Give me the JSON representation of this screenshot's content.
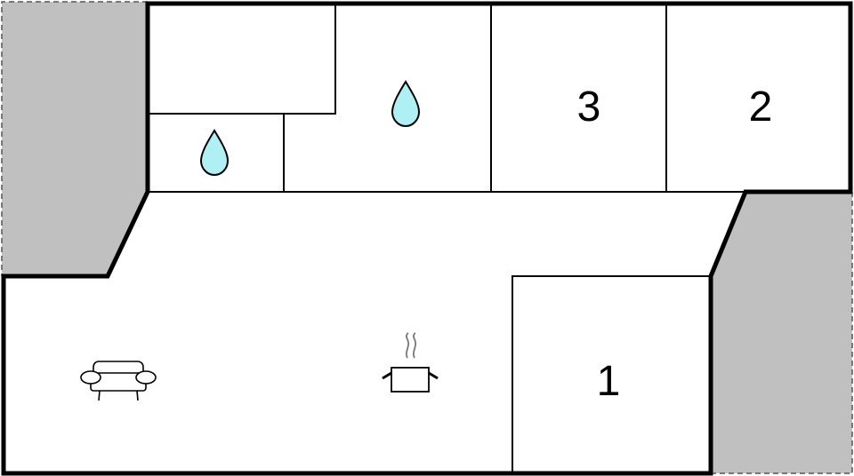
{
  "plan": {
    "rooms": {
      "bedroom_1": {
        "label": "1"
      },
      "bedroom_2": {
        "label": "2"
      },
      "bedroom_3": {
        "label": "3"
      }
    },
    "icons": {
      "bathroom_small": "water-drop-icon",
      "bathroom_large": "water-drop-icon",
      "living_room": "sofa-icon",
      "kitchen": "cooking-pot-icon"
    },
    "colors": {
      "wall": "#000000",
      "outdoor_area": "#c0c0c0",
      "water_drop": "#aef0f4",
      "room_fill": "#ffffff"
    }
  }
}
